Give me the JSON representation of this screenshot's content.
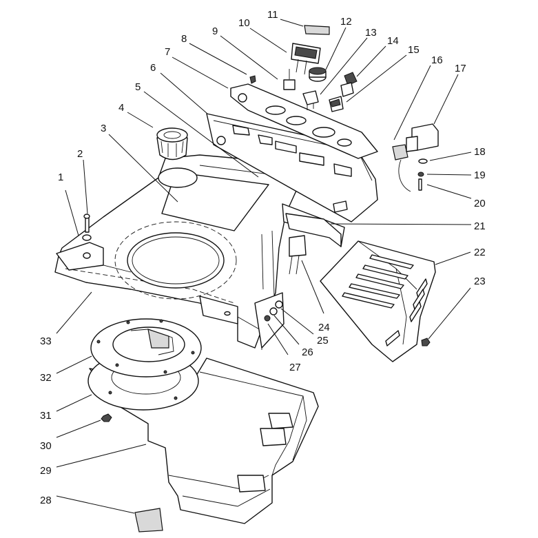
{
  "diagram": {
    "type": "exploded-parts",
    "callouts": [
      "1",
      "2",
      "3",
      "4",
      "5",
      "6",
      "7",
      "8",
      "9",
      "10",
      "11",
      "12",
      "13",
      "14",
      "15",
      "16",
      "17",
      "18",
      "19",
      "20",
      "21",
      "22",
      "23",
      "24",
      "25",
      "26",
      "27",
      "28",
      "29",
      "30",
      "31",
      "32",
      "33"
    ]
  }
}
